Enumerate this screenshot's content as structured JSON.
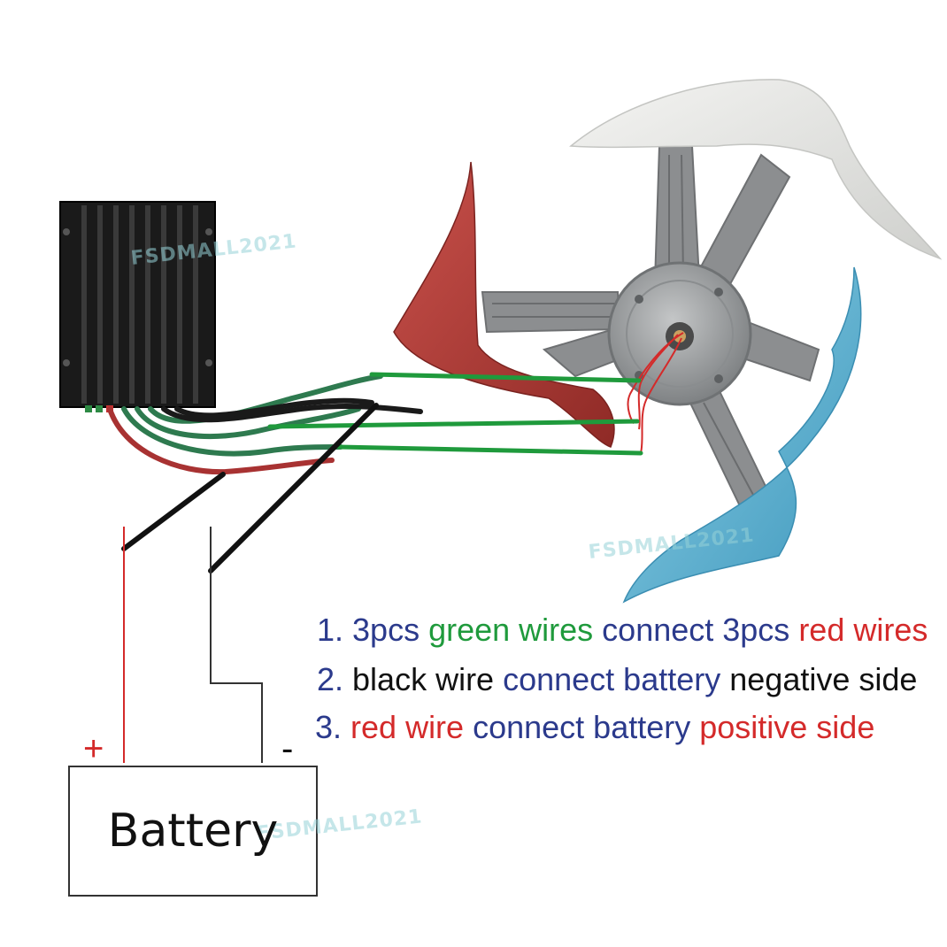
{
  "watermark": "FSDMALL2021",
  "terminals": {
    "positive": "+",
    "negative": "-"
  },
  "battery": {
    "label": "Battery"
  },
  "instructions": [
    {
      "parts": [
        {
          "text": "1. 3pcs ",
          "color": "#2b3a8c"
        },
        {
          "text": "green wires",
          "color": "#1f9a3c"
        },
        {
          "text": " connect 3pcs ",
          "color": "#2b3a8c"
        },
        {
          "text": "red wires",
          "color": "#d42a2a"
        }
      ]
    },
    {
      "parts": [
        {
          "text": "2. ",
          "color": "#2b3a8c"
        },
        {
          "text": "black wire",
          "color": "#111111"
        },
        {
          "text": " connect battery ",
          "color": "#2b3a8c"
        },
        {
          "text": "negative side",
          "color": "#111111"
        }
      ]
    },
    {
      "parts": [
        {
          "text": "3. ",
          "color": "#2b3a8c"
        },
        {
          "text": "red wire",
          "color": "#d42a2a"
        },
        {
          "text": " connect battery ",
          "color": "#2b3a8c"
        },
        {
          "text": "positive side",
          "color": "#d42a2a"
        }
      ]
    }
  ],
  "colors": {
    "green_wire": "#1f9a3c",
    "red_wire": "#d42a2a",
    "black_wire": "#111111",
    "blade_white": "#e6e6e4",
    "blade_red": "#b83a35",
    "blade_blue": "#5fb2d0",
    "hub": "#9ea0a2",
    "controller": "#1a1a1a"
  },
  "icons": [
    "charge-controller-icon",
    "wind-turbine-icon",
    "battery-icon"
  ]
}
